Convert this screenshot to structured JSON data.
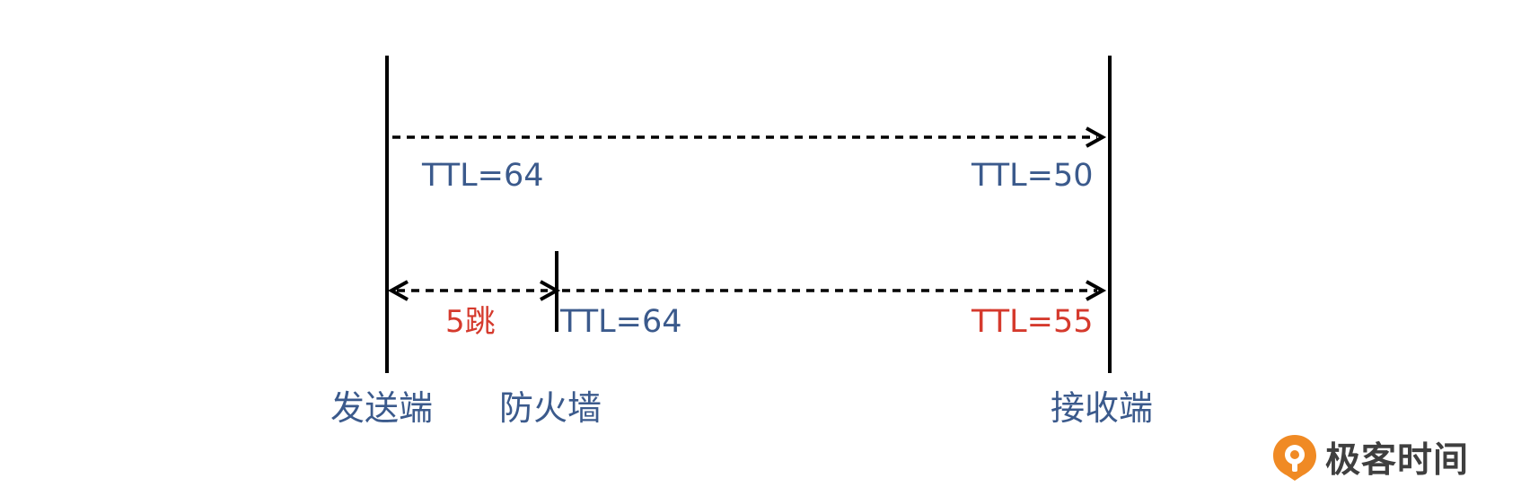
{
  "colors": {
    "line": "#000000",
    "label_blue": "#3b5a8c",
    "label_red": "#d53a2d",
    "brand_orange": "#f08a24",
    "brand_text": "#3f3f3f"
  },
  "nodes": {
    "sender": "发送端",
    "firewall": "防火墙",
    "receiver": "接收端"
  },
  "top_path": {
    "start_ttl": "TTL=64",
    "end_ttl": "TTL=50"
  },
  "bottom_path": {
    "hops": "5跳",
    "firewall_ttl": "TTL=64",
    "end_ttl": "TTL=55"
  },
  "brand": {
    "logo_icon": "geektime-logo-icon",
    "name": "极客时间"
  }
}
